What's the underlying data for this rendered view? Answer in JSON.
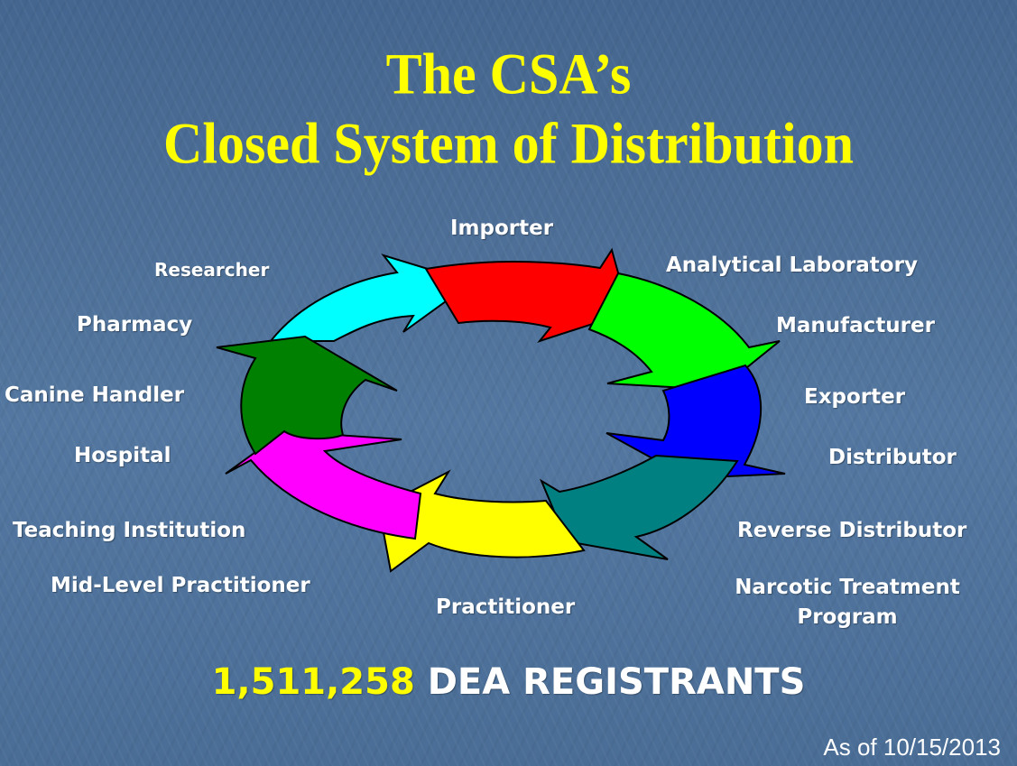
{
  "slide": {
    "title_line1": "The CSA’s",
    "title_line2": "Closed System of Distribution",
    "colors": {
      "title": "#ffff00",
      "labels": "#ffffff",
      "background": "#4d6f97"
    }
  },
  "cycle": {
    "segments": [
      {
        "name": "red",
        "color": "#ff0000"
      },
      {
        "name": "green",
        "color": "#00ff00"
      },
      {
        "name": "blue",
        "color": "#0000ff"
      },
      {
        "name": "teal",
        "color": "#008080"
      },
      {
        "name": "yellow",
        "color": "#ffff00"
      },
      {
        "name": "magenta",
        "color": "#ff00ff"
      },
      {
        "name": "darkgreen",
        "color": "#008000"
      },
      {
        "name": "cyan",
        "color": "#00ffff"
      }
    ]
  },
  "labels": {
    "importer": "Importer",
    "analytical_laboratory": "Analytical Laboratory",
    "manufacturer": "Manufacturer",
    "exporter": "Exporter",
    "distributor": "Distributor",
    "reverse_distributor": "Reverse Distributor",
    "narcotic_treatment_line1": "Narcotic Treatment",
    "narcotic_treatment_line2": "Program",
    "practitioner": "Practitioner",
    "mid_level_practitioner": "Mid-Level Practitioner",
    "teaching_institution": "Teaching Institution",
    "hospital": "Hospital",
    "canine_handler": "Canine Handler",
    "pharmacy": "Pharmacy",
    "researcher": "Researcher"
  },
  "footer": {
    "registrant_count": "1,511,258",
    "registrant_label": " DEA REGISTRANTS",
    "as_of": "As of 10/15/2013"
  }
}
